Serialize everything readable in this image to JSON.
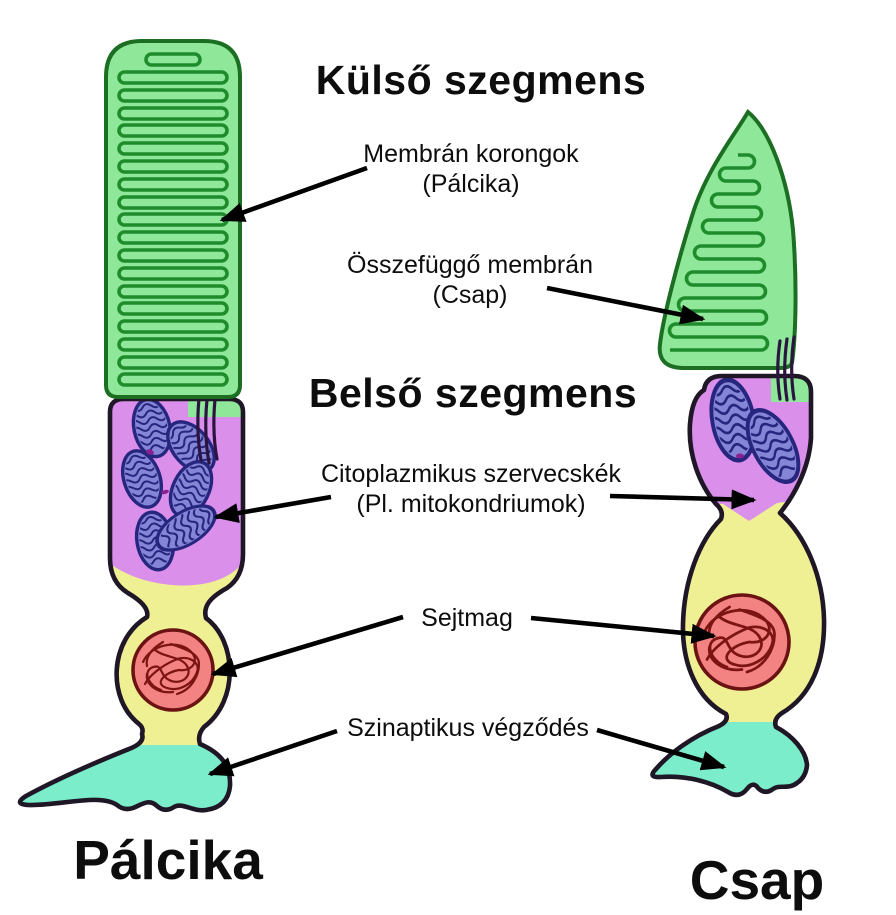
{
  "diagram": {
    "section_titles": {
      "outer_segment": "Külső szegmens",
      "inner_segment": "Belső szegmens"
    },
    "callouts": {
      "membrane_discs": {
        "line1": "Membrán korongok",
        "line2": "(Pálcika)"
      },
      "continuous_membrane": {
        "line1": "Összefüggő membrán",
        "line2": "(Csap)"
      },
      "organelles": {
        "line1": "Citoplazmikus szervecskék",
        "line2": "(Pl. mitokondriumok)"
      },
      "nucleus": "Sejtmag",
      "synaptic_terminal": "Szinaptikus végződés"
    },
    "cell_names": {
      "rod": "Pálcika",
      "cone": "Csap"
    },
    "colors": {
      "outer_segment_green": "#8FE79A",
      "outer_segment_edge": "#1C6E22",
      "disc_stroke_green": "#1F8C2C",
      "inner_segment_purple": "#DA8FEA",
      "mitochondria_fill": "#8585D8",
      "mitochondria_stroke": "#26267E",
      "cell_body_yellow": "#EFF093",
      "nucleus_fill": "#F38282",
      "nucleus_stroke": "#6B1212",
      "chromatin": "#7C1414",
      "synaptic_cyan": "#7BEDCB",
      "outline": "#1F1726",
      "text": "#0D0D0D",
      "background": "#FFFFFF"
    }
  }
}
